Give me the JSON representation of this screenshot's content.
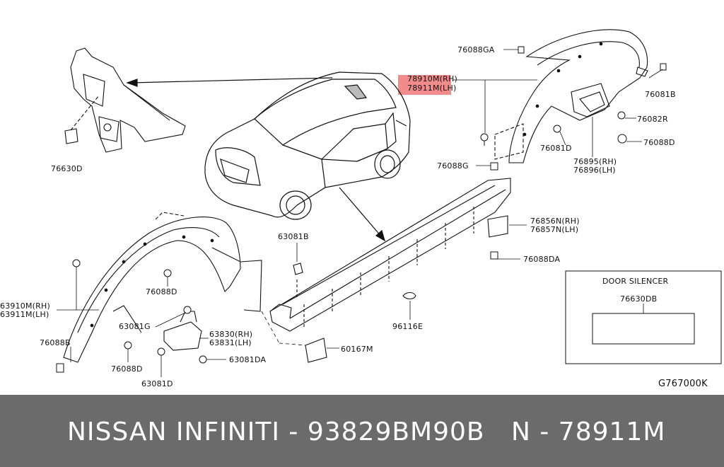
{
  "diagram": {
    "ref_code": "G767000K",
    "highlight_color": "#f28b8b",
    "labels": {
      "l_76630D": "76630D",
      "l_76088GA": "76088GA",
      "l_78910M": "78910M(RH)",
      "l_78911M": "78911M(LH)",
      "l_76081B": "76081B",
      "l_76082R": "76082R",
      "l_76088D_top": "76088D",
      "l_76081D": "76081D",
      "l_76895": "76895(RH)",
      "l_76896": "76896(LH)",
      "l_76088G": "76088G",
      "l_76856N": "76856N(RH)",
      "l_76857N": "76857N(LH)",
      "l_76088DA": "76088DA",
      "l_63081B": "63081B",
      "l_76088D_mid": "76088D",
      "l_63910M": "63910M(RH)",
      "l_63911M": "63911M(LH)",
      "l_63081G": "63081G",
      "l_63830": "63830(RH)",
      "l_63831": "63831(LH)",
      "l_76088B": "76088B",
      "l_76088D_low": "76088D",
      "l_63081DA": "63081DA",
      "l_63081D": "63081D",
      "l_60167M": "60167M",
      "l_96116E": "96116E"
    },
    "door_silencer": {
      "title": "DOOR SILENCER",
      "part": "76630DB"
    }
  },
  "footer": {
    "brand_text": "NISSAN  INFINITI - 93829BM90B",
    "part_text": "N - 78911M"
  }
}
